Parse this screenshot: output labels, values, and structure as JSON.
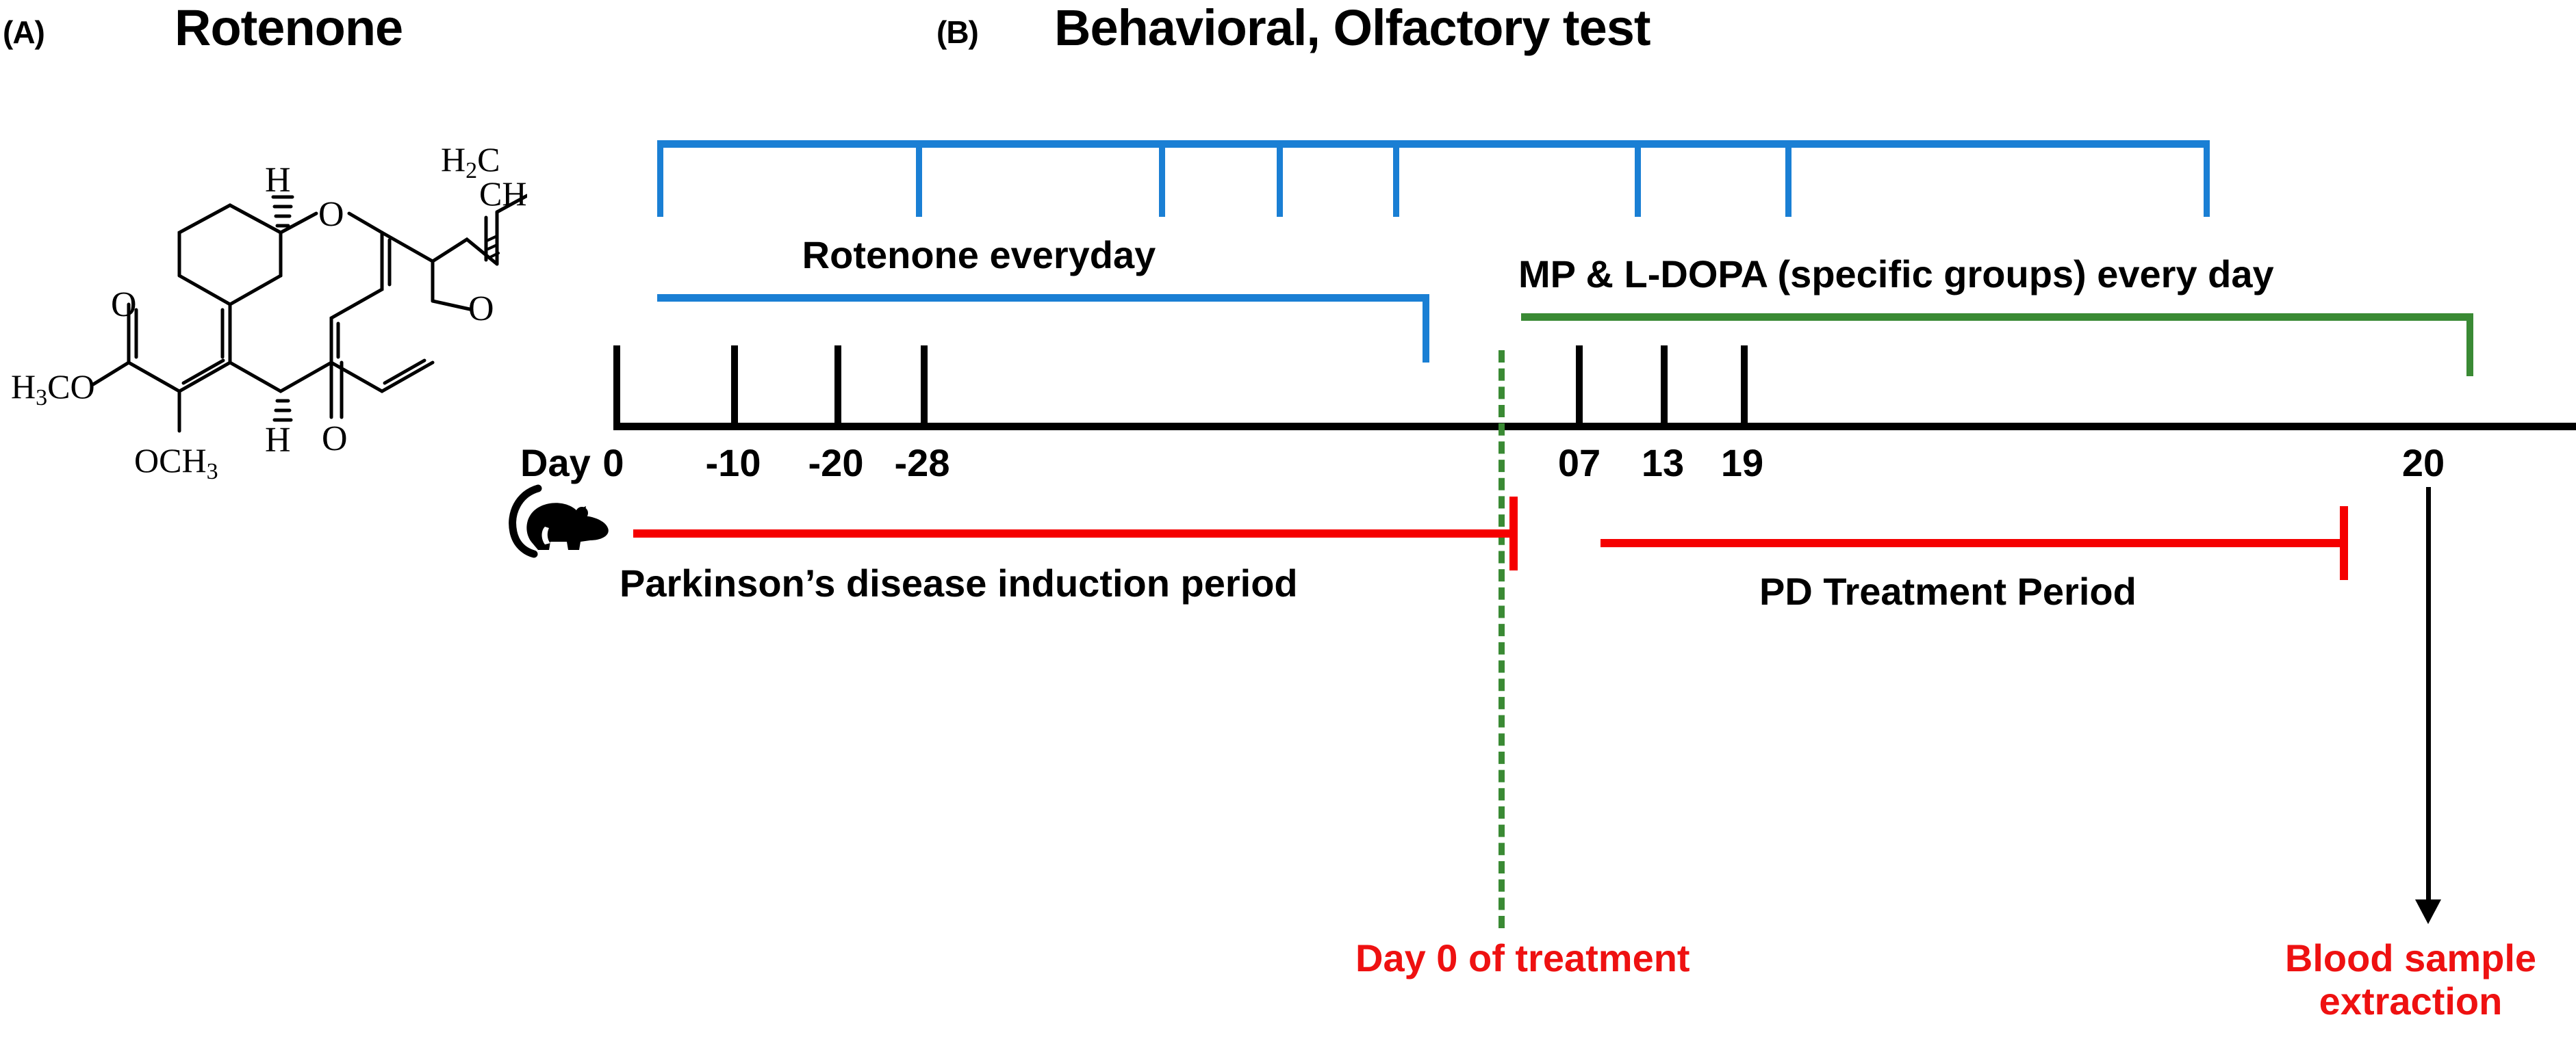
{
  "figure": {
    "panels": [
      {
        "id": "A",
        "letter": "(A)",
        "title": "Rotenone"
      },
      {
        "id": "B",
        "letter": "(B)",
        "title": "Behavioral, Olfactory test"
      }
    ]
  },
  "chemical_structure": {
    "name": "Rotenone",
    "atom_labels": [
      "H2C",
      "CH3",
      "H",
      "O",
      "O",
      "O",
      "O",
      "H",
      "O",
      "H3CO",
      "OCH3"
    ],
    "substituents": {
      "isopropenyl_ch2": "H2C",
      "isopropenyl_ch3": "CH3",
      "stereo_h_top": "H",
      "stereo_h_bottom": "H",
      "methoxy_left": "H3CO",
      "methoxy_bottom": "OCH3",
      "ring_oxygen_left": "O",
      "ring_oxygen_center": "O",
      "furan_oxygen": "O",
      "ketone_oxygen": "O"
    }
  },
  "timeline": {
    "axis_caption": "Day",
    "tick_labels": [
      "0",
      "-10",
      "-20",
      "-28",
      "07",
      "13",
      "19",
      "20"
    ],
    "bands": [
      {
        "name": "rotenone-band",
        "label": "Rotenone everyday",
        "color": "#1a7fd4"
      },
      {
        "name": "mp-ldopa-band",
        "label": "MP & L-DOPA (specific groups) every day",
        "color": "#3a8a34"
      }
    ],
    "periods": [
      {
        "name": "induction-period",
        "label": "Parkinson’s disease induction period",
        "color": "#f50000"
      },
      {
        "name": "treatment-period",
        "label": "PD Treatment Period",
        "color": "#f50000"
      }
    ],
    "test_bracket": {
      "name": "behavioral-olfactory-test-bracket",
      "color": "#1a7fd4",
      "tick_count": 8
    },
    "divider": {
      "name": "day-zero-divider",
      "label": "Day 0 of treatment",
      "color": "#3a8a34",
      "text_color": "#ee1111"
    },
    "endpoint": {
      "name": "blood-sample-extraction",
      "label_line1": "Blood sample",
      "label_line2": "extraction",
      "text_color": "#ee1111"
    },
    "animal_icon": "rat-icon"
  },
  "colors": {
    "blue": "#1a7fd4",
    "green": "#3a8a34",
    "red": "#f50000",
    "red_text": "#ee1111",
    "black": "#000000"
  }
}
